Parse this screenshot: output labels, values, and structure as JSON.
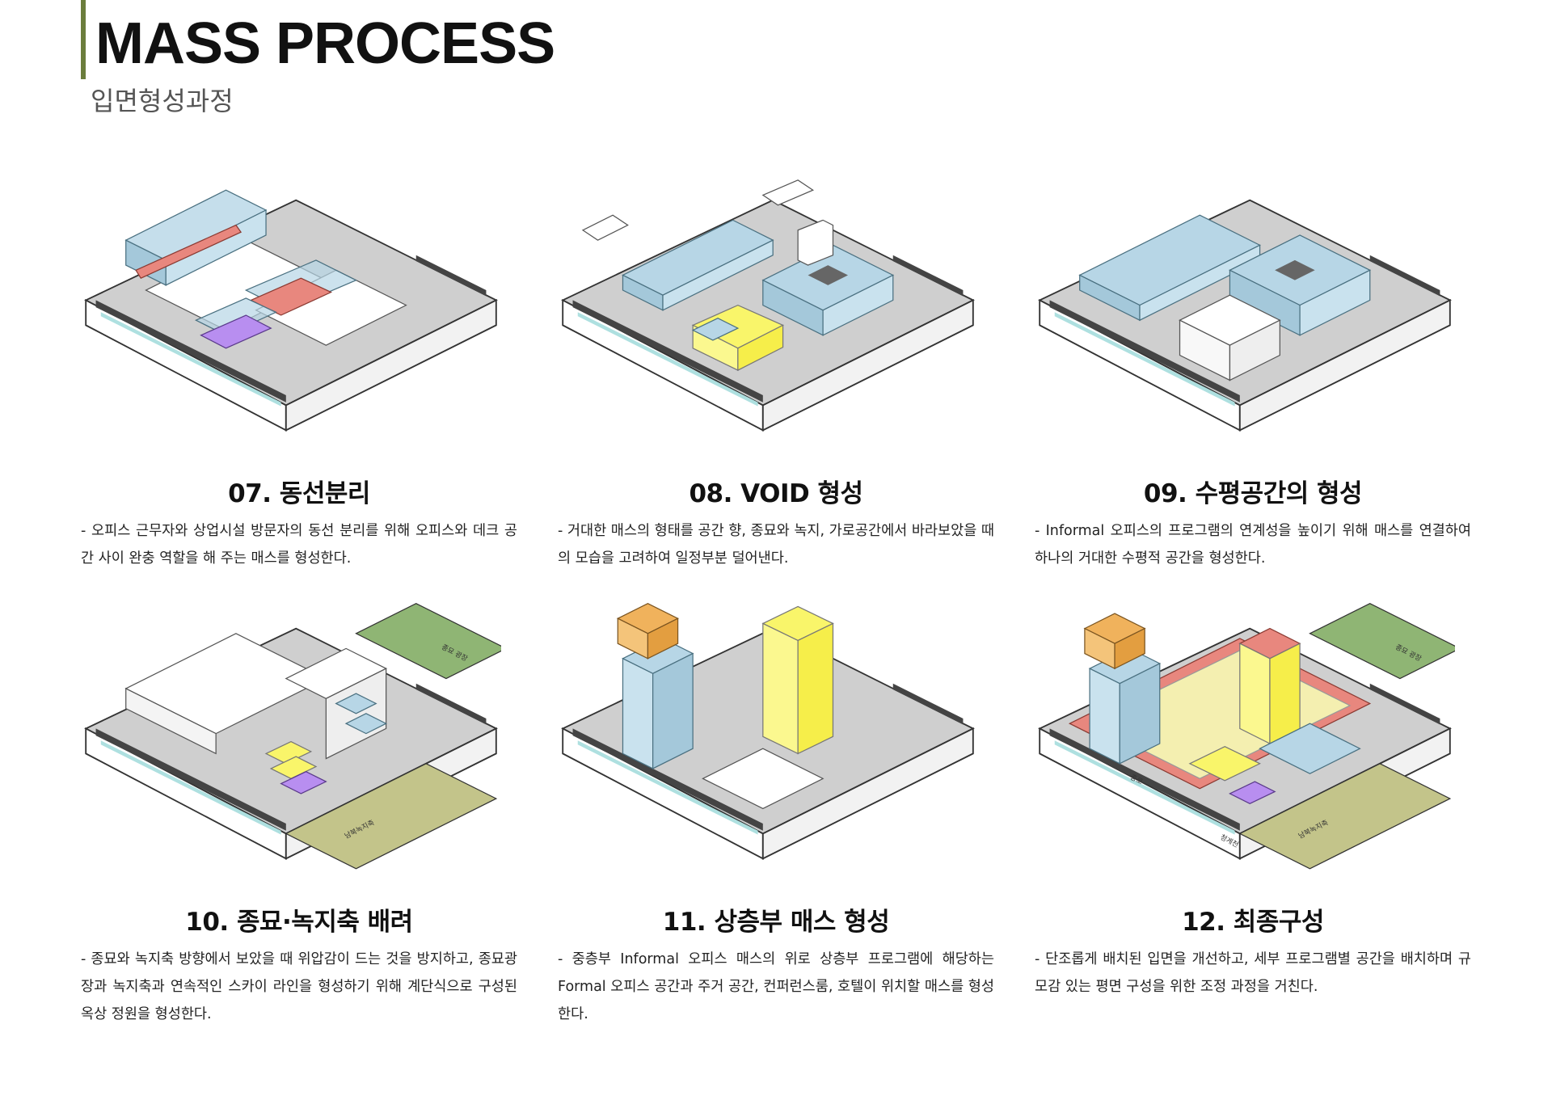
{
  "header": {
    "title": "MASS PROCESS",
    "subtitle": "입면형성과정"
  },
  "colors": {
    "accent": "#6b7d3c",
    "office_blue": "#b7d6e6",
    "red": "#e8877e",
    "violet": "#b88ef0",
    "yellow": "#f9f56a",
    "orange": "#f0b25c",
    "green_axis": "#8fb574",
    "olive_axis": "#c3c48a"
  },
  "panels": [
    {
      "title": "07. 동선분리",
      "desc": "- 오피스 근무자와 상업시설 방문자의 동선 분리를 위해 오피스와 데크 공간 사이 완충 역할을 해 주는 매스를 형성한다."
    },
    {
      "title": "08. VOID 형성",
      "desc": "- 거대한 매스의 형태를 공간 향, 종묘와 녹지, 가로공간에서 바라보았을 때의 모습을 고려하여 일정부분 덜어낸다."
    },
    {
      "title": "09. 수평공간의 형성",
      "desc": "- Informal 오피스의 프로그램의 연계성을 높이기 위해 매스를 연결하여 하나의 거대한 수평적 공간을 형성한다."
    },
    {
      "title": "10. 종묘·녹지축 배려",
      "desc": "- 종묘와 녹지축 방향에서 보았을 때 위압감이 드는 것을 방지하고, 종묘광장과 녹지축과 연속적인 스카이 라인을 형성하기 위해 계단식으로 구성된 옥상 정원을 형성한다.",
      "labels": [
        "종묘 광장",
        "남북녹지축"
      ]
    },
    {
      "title": "11. 상층부 매스 형성",
      "desc": "- 중층부 Informal 오피스 매스의 위로 상층부 프로그램에 해당하는 Formal 오피스 공간과 주거 공간, 컨퍼런스룸, 호텔이 위치할 매스를 형성한다."
    },
    {
      "title": "12. 최종구성",
      "desc": "- 단조롭게 배치된 입면을 개선하고, 세부 프로그램별 공간을 배치하며 규모감 있는 평면 구성을 위한 조정 과정을 거친다.",
      "labels": [
        "종묘 광장",
        "남북녹지축",
        "종로",
        "청계천"
      ]
    }
  ]
}
